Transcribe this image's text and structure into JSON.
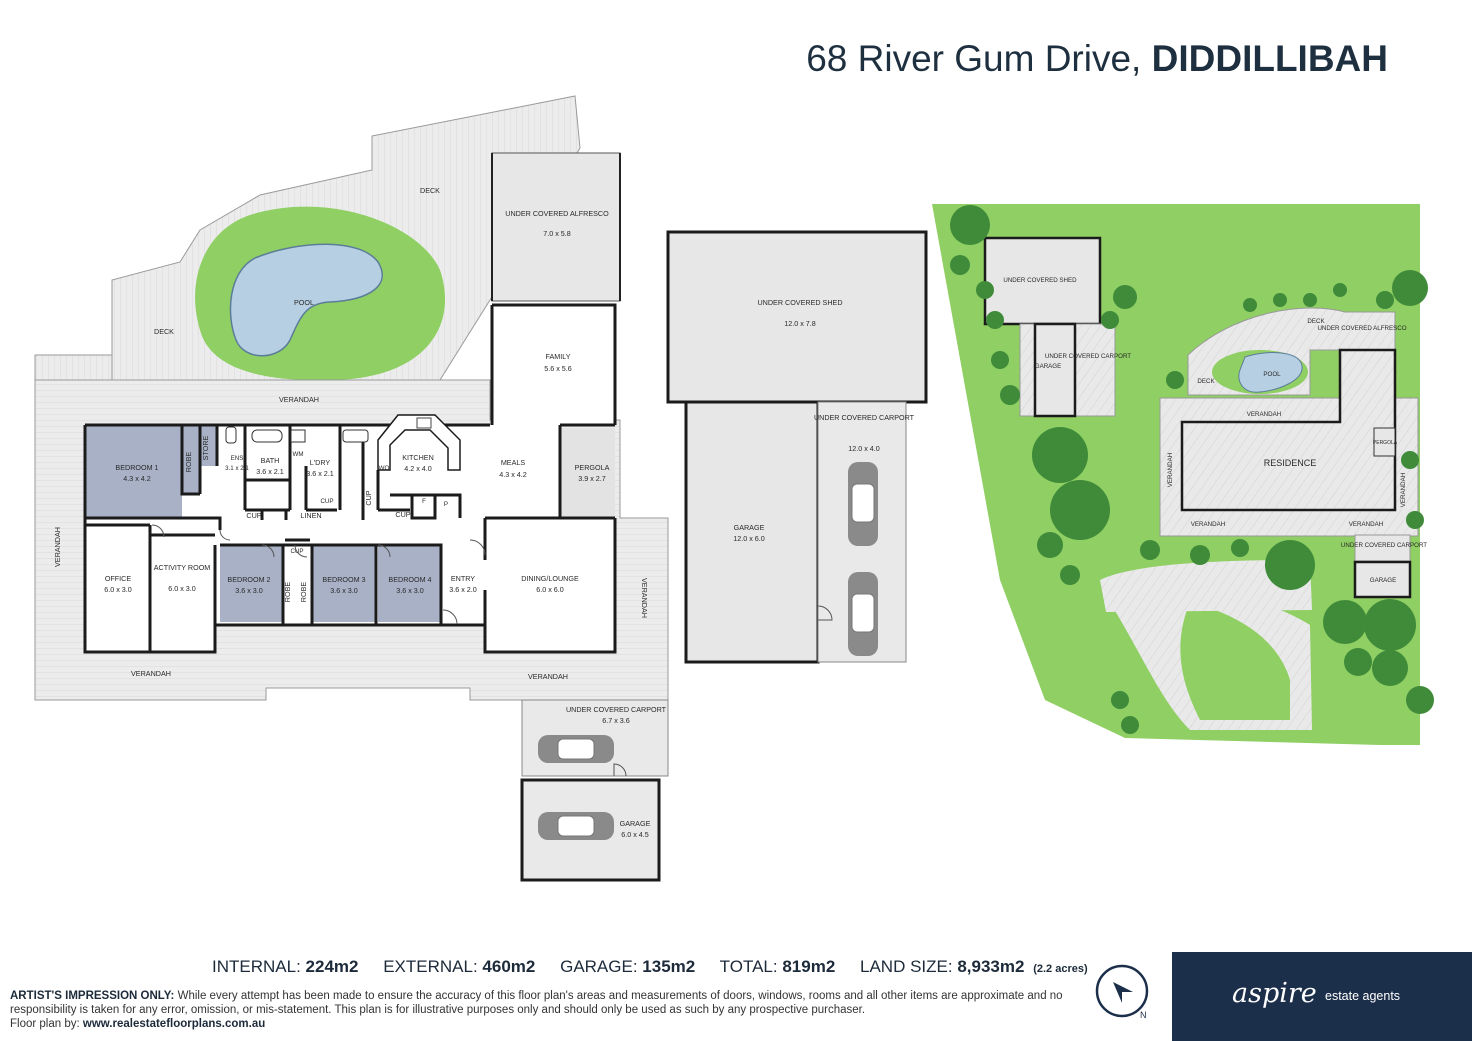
{
  "title": {
    "address": "68 River Gum Drive,",
    "suburb": "DIDDILLIBAH"
  },
  "floor_plan": {
    "areas": [
      {
        "id": "deck_top",
        "name": "DECK"
      },
      {
        "id": "deck_left",
        "name": "DECK"
      },
      {
        "id": "pool",
        "name": "POOL"
      },
      {
        "id": "alfresco",
        "name": "UNDER COVERED ALFRESCO",
        "size": "7.0 x 5.8"
      },
      {
        "id": "verandah_top",
        "name": "VERANDAH"
      },
      {
        "id": "verandah_left",
        "name": "VERANDAH"
      },
      {
        "id": "verandah_bottom_l",
        "name": "VERANDAH"
      },
      {
        "id": "verandah_bottom_r",
        "name": "VERANDAH"
      },
      {
        "id": "verandah_right",
        "name": "VERANDAH"
      },
      {
        "id": "family",
        "name": "FAMILY",
        "size": "5.6 x 5.6"
      },
      {
        "id": "bedroom1",
        "name": "BEDROOM 1",
        "size": "4.3 x 4.2"
      },
      {
        "id": "robe1",
        "name": "ROBE"
      },
      {
        "id": "store",
        "name": "STORE"
      },
      {
        "id": "ens",
        "name": "ENS",
        "size": "3.1 x 2.1"
      },
      {
        "id": "bath",
        "name": "BATH",
        "size": "3.6 x 2.1"
      },
      {
        "id": "wm",
        "name": "WM"
      },
      {
        "id": "ldry",
        "name": "L'DRY",
        "size": "3.6 x 2.1"
      },
      {
        "id": "kitchen",
        "name": "KITCHEN",
        "size": "4.2 x 4.0"
      },
      {
        "id": "wo",
        "name": "WO"
      },
      {
        "id": "meals",
        "name": "MEALS",
        "size": "4.3 x 4.2"
      },
      {
        "id": "pergola",
        "name": "PERGOLA",
        "size": "3.9 x 2.7"
      },
      {
        "id": "cup1",
        "name": "CUP"
      },
      {
        "id": "linen",
        "name": "LINEN"
      },
      {
        "id": "cup2",
        "name": "CUP"
      },
      {
        "id": "cup3",
        "name": "CUP"
      },
      {
        "id": "cup4",
        "name": "CUP"
      },
      {
        "id": "cup5",
        "name": "CUP"
      },
      {
        "id": "pantry_f",
        "name": "F"
      },
      {
        "id": "pantry_p",
        "name": "P"
      },
      {
        "id": "office",
        "name": "OFFICE",
        "size": "6.0 x 3.0"
      },
      {
        "id": "activity",
        "name": "ACTIVITY ROOM",
        "size": "6.0 x 3.0"
      },
      {
        "id": "bedroom2",
        "name": "BEDROOM 2",
        "size": "3.6 x 3.0"
      },
      {
        "id": "robe2",
        "name": "ROBE"
      },
      {
        "id": "robe3",
        "name": "ROBE"
      },
      {
        "id": "bedroom3",
        "name": "BEDROOM 3",
        "size": "3.6 x 3.0"
      },
      {
        "id": "bedroom4",
        "name": "BEDROOM 4",
        "size": "3.6 x 3.0"
      },
      {
        "id": "entry",
        "name": "ENTRY",
        "size": "3.6 x 2.0"
      },
      {
        "id": "dining",
        "name": "DINING/LOUNGE",
        "size": "6.0 x 6.0"
      },
      {
        "id": "carport_house",
        "name": "UNDER COVERED CARPORT",
        "size": "6.7 x 3.6"
      },
      {
        "id": "garage_house",
        "name": "GARAGE",
        "size": "6.0 x 4.5"
      },
      {
        "id": "shed",
        "name": "UNDER COVERED SHED",
        "size": "12.0 x 7.8"
      },
      {
        "id": "garage_shed",
        "name": "GARAGE",
        "size": "12.0 x 6.0"
      },
      {
        "id": "carport_shed",
        "name": "UNDER COVERED CARPORT",
        "size": "12.0 x 4.0"
      }
    ]
  },
  "site_plan": {
    "areas": [
      {
        "id": "s_shed",
        "name": "UNDER COVERED SHED"
      },
      {
        "id": "s_garage",
        "name": "GARAGE"
      },
      {
        "id": "s_carport",
        "name": "UNDER COVERED CARPORT"
      },
      {
        "id": "s_deck",
        "name": "DECK"
      },
      {
        "id": "s_alfresco",
        "name": "UNDER COVERED ALFRESCO"
      },
      {
        "id": "s_deck2",
        "name": "DECK"
      },
      {
        "id": "s_pool",
        "name": "POOL"
      },
      {
        "id": "s_verandah_top",
        "name": "VERANDAH"
      },
      {
        "id": "s_residence",
        "name": "RESIDENCE"
      },
      {
        "id": "s_pergola",
        "name": "PERGOLA"
      },
      {
        "id": "s_verandah_left",
        "name": "VERANDAH"
      },
      {
        "id": "s_verandah_right",
        "name": "VERANDAH"
      },
      {
        "id": "s_verandah_bl",
        "name": "VERANDAH"
      },
      {
        "id": "s_verandah_br",
        "name": "VERANDAH"
      },
      {
        "id": "s_carport2",
        "name": "UNDER COVERED CARPORT"
      },
      {
        "id": "s_garage2",
        "name": "GARAGE"
      }
    ]
  },
  "stats": [
    {
      "label": "INTERNAL:",
      "value": "224m2"
    },
    {
      "label": "EXTERNAL:",
      "value": "460m2"
    },
    {
      "label": "GARAGE:",
      "value": "135m2"
    },
    {
      "label": "TOTAL:",
      "value": "819m2"
    },
    {
      "label": "LAND SIZE:",
      "value": "8,933m2",
      "extra": "(2.2 acres)"
    }
  ],
  "disclaimer": {
    "heading": "ARTIST'S IMPRESSION ONLY:",
    "body": "While every attempt has been made to ensure the accuracy of this floor plan's areas and measurements of doors, windows, rooms and all other items are approximate and no responsibility is taken for any error, omission, or mis-statement. This plan is for illustrative purposes only and should only be used as such by any prospective purchaser.",
    "credit_label": "Floor plan by:",
    "credit_url": "www.realestatefloorplans.com.au"
  },
  "compass": {
    "icon": "north-arrow-icon",
    "letter": "N"
  },
  "brand": {
    "name": "aspire",
    "tagline": "estate agents",
    "bg_color": "#1c2f4a"
  },
  "colors": {
    "wall": "#1b1b1b",
    "deck": "#ececec",
    "grass": "#8fcf63",
    "pool": "#b7cfe3",
    "bedroom": "#a8b1c6",
    "room": "#ffffff",
    "tree": "#3f8b3a"
  }
}
